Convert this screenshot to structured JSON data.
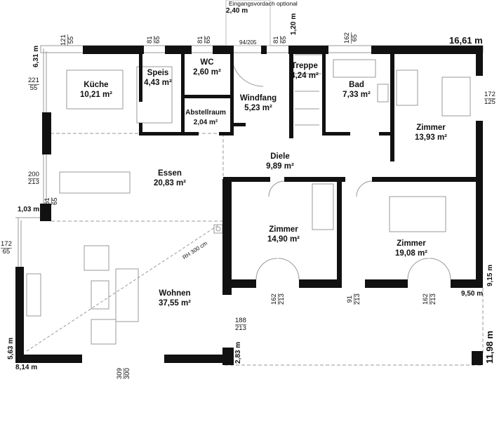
{
  "rooms": [
    {
      "name": "Küche",
      "area": "10,21 m²"
    },
    {
      "name": "Speis",
      "area": "4,43 m²"
    },
    {
      "name": "WC",
      "area": "2,60 m²"
    },
    {
      "name": "Abstellraum",
      "area": "2,04 m²"
    },
    {
      "name": "Windfang",
      "area": "5,23 m²"
    },
    {
      "name": "Treppe",
      "area": "4,24 m²"
    },
    {
      "name": "Bad",
      "area": "7,33 m²"
    },
    {
      "name": "Zimmer",
      "area": "13,93 m²"
    },
    {
      "name": "Diele",
      "area": "9,89 m²"
    },
    {
      "name": "Essen",
      "area": "20,83 m²"
    },
    {
      "name": "Zimmer",
      "area": "14,90 m²"
    },
    {
      "name": "Zimmer",
      "area": "19,08 m²"
    },
    {
      "name": "Wohnen",
      "area": "37,55 m²"
    }
  ],
  "annotations": {
    "canopy": "Eingangsvordach optional",
    "canopy_width": "2,40 m",
    "canopy_depth": "1,20 m",
    "door": "94/205",
    "chimney": "RH 300 cm"
  },
  "measures": {
    "total_width": "16,61 m",
    "left_top": "6,31 m",
    "left_step": "1,03 m",
    "left_bottom": "5,63 m",
    "bottom_left": "8,14 m",
    "step_right": "2,83 m",
    "bottom_right": "9,50 m",
    "right_upper": "9,15 m",
    "total_depth": "11,98 m"
  },
  "openings": [
    {
      "w": "121",
      "h": "55"
    },
    {
      "w": "81",
      "h": "65"
    },
    {
      "w": "81",
      "h": "65"
    },
    {
      "w": "81",
      "h": "65"
    },
    {
      "w": "162",
      "h": "65"
    },
    {
      "w": "221",
      "h": "55"
    },
    {
      "w": "172",
      "h": "125"
    },
    {
      "w": "200",
      "h": "213"
    },
    {
      "w": "61",
      "h": "65"
    },
    {
      "w": "172",
      "h": "65"
    },
    {
      "w": "188",
      "h": "213"
    },
    {
      "w": "309",
      "h": "300"
    },
    {
      "w": "162",
      "h": "213"
    },
    {
      "w": "91",
      "h": "213"
    },
    {
      "w": "162",
      "h": "213"
    }
  ]
}
